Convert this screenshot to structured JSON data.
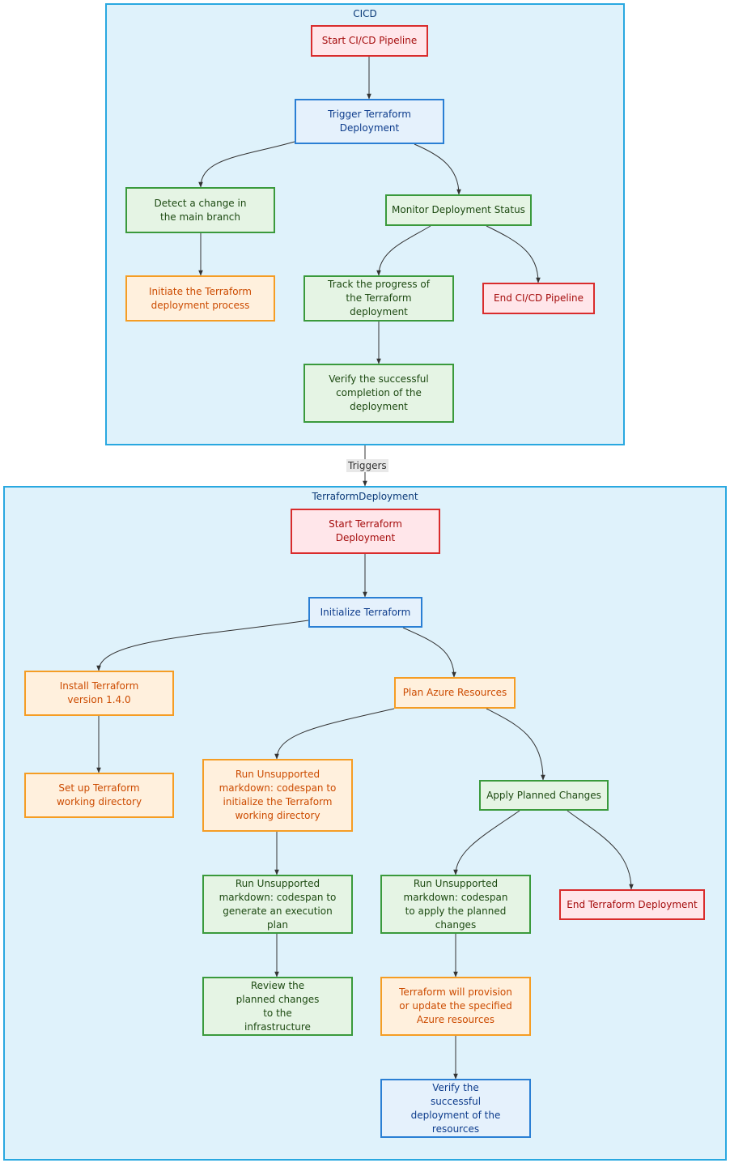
{
  "clusters": {
    "cicd": "CICD",
    "terraform": "TerraformDeployment"
  },
  "edge_labels": {
    "triggers": "Triggers"
  },
  "nodes": {
    "start_cicd": "Start CI/CD Pipeline",
    "trigger_tf": "Trigger Terraform Deployment",
    "detect_change": "Detect a change in the main branch",
    "monitor_status": "Monitor Deployment Status",
    "initiate_tf": "Initiate the Terraform deployment process",
    "track_progress": "Track the progress of the Terraform deployment",
    "end_cicd": "End CI/CD Pipeline",
    "verify_completion": "Verify the successful completion of the deployment",
    "start_tf": "Start Terraform Deployment",
    "init_tf": "Initialize Terraform",
    "install_tf": "Install Terraform version 1.4.0",
    "plan_azure": "Plan Azure Resources",
    "setup_dir": "Set up Terraform working directory",
    "run_init": "Run Unsupported markdown: codespan to initialize the Terraform working directory",
    "apply_changes": "Apply Planned Changes",
    "run_plan": "Run Unsupported markdown: codespan to generate an execution plan",
    "run_apply": "Run Unsupported markdown: codespan to apply the planned changes",
    "end_tf": "End Terraform Deployment",
    "review_changes": "Review the planned changes to the infrastructure",
    "provision": "Terraform will provision or update the specified Azure resources",
    "verify_resources": "Verify the successful deployment of the resources"
  },
  "colors": {
    "cluster_fill": "#dff2fb",
    "cluster_border": "#29a8e0",
    "red": "#d92c2c",
    "blue": "#2a7fd4",
    "green": "#3a9a3c",
    "orange": "#f59d24"
  }
}
